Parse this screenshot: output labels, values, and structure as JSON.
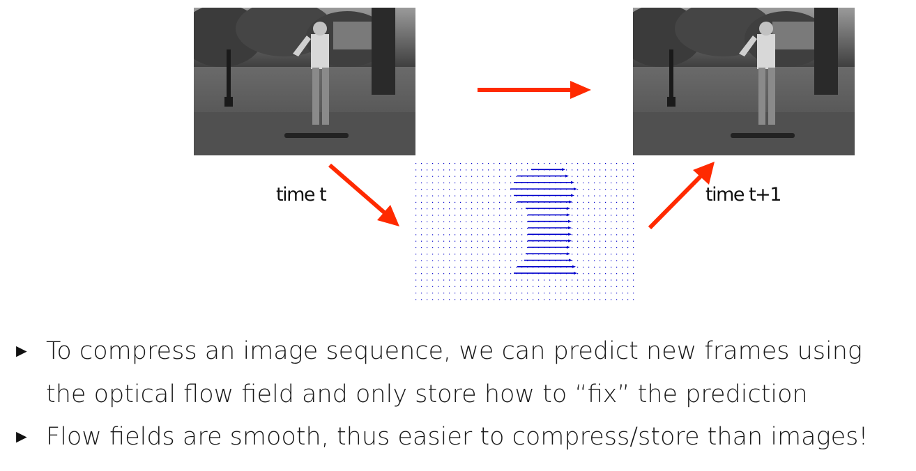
{
  "labels": {
    "time_t": "time t",
    "time_t1": "time t+1"
  },
  "bullets": [
    {
      "marker": "►",
      "text": "To compress an image sequence, we can predict new frames using the optical flow field and only store how to “fix” the prediction"
    },
    {
      "marker": "►",
      "text": "Flow fields are smooth, thus easier to compress/store than images!"
    }
  ],
  "colors": {
    "arrow": "#ff2a00",
    "flow_vector": "#0000cc"
  },
  "icons": {
    "photo_t": "skateboarder-photo",
    "photo_t1": "skateboarder-photo",
    "flow": "optical-flow-field"
  }
}
